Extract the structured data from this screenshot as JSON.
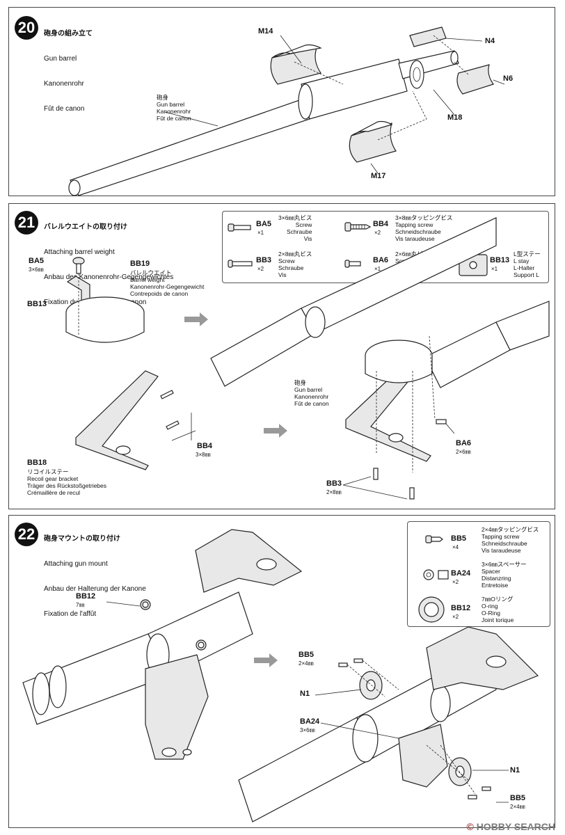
{
  "step20": {
    "number": "20",
    "title_jp": "砲身の組み立て",
    "title_en": "Gun barrel",
    "title_de": "Kanonenrohr",
    "title_fr": "Fût de canon",
    "barrel_label": "砲身\nGun barrel\nKanonenrohr\nFût de canon",
    "parts": {
      "m14": "M14",
      "n4": "N4",
      "n6": "N6",
      "m18": "M18",
      "m17": "M17"
    }
  },
  "step21": {
    "number": "21",
    "title_jp": "バレルウエイトの取り付け",
    "title_en": "Attaching barrel weight",
    "title_de": "Anbau des Kanonenrohr-Gegengewichtes",
    "title_fr": "Fixation du contrepoids de canon",
    "ba5": "BA5",
    "ba5_size": "3×6㎜",
    "bb13": "BB13",
    "bb19": "BB19",
    "bb19_desc": "バレルウエイト\nBarrel weight\nKanonenrohr-Gegengewicht\nContrepoids de canon",
    "bb18": "BB18",
    "bb18_desc": "リコイルステー\nRecoil gear bracket\nTräger des Rückstoßgetriebes\nCrémaillère de recul",
    "bb4": "BB4",
    "bb4_size": "3×8㎜",
    "barrel_label": "砲身\nGun barrel\nKanonenrohr\nFût de canon",
    "bb3": "BB3",
    "bb3_size": "2×8㎜",
    "ba6": "BA6",
    "ba6_size": "2×6㎜",
    "legend": [
      {
        "code": "BA5",
        "qty": "×1",
        "desc": "3×6㎜丸ビス\nScrew\nSchraube\nVis"
      },
      {
        "code": "BB4",
        "qty": "×2",
        "desc": "3×8㎜タッピングビス\nTapping screw\nSchneidschraube\nVis taraudeuse"
      },
      {
        "code": "BB3",
        "qty": "×2",
        "desc": "2×8㎜丸ビス\nScrew\nSchraube\nVis"
      },
      {
        "code": "BA6",
        "qty": "×1",
        "desc": "2×6㎜丸ビス\nScrew\nSchraube\nVis"
      },
      {
        "code": "BB13",
        "qty": "×1",
        "desc": "L型ステー\nL stay\nL-Halter\nSupport L"
      }
    ]
  },
  "step22": {
    "number": "22",
    "title_jp": "砲身マウントの取り付け",
    "title_en": "Attaching gun mount",
    "title_de": "Anbau der Halterung der Kanone",
    "title_fr": "Fixation de l'affût",
    "bb12": "BB12",
    "bb12_size": "7㎜",
    "bb5_top": "BB5",
    "bb5_top_size": "2×4㎜",
    "n1_top": "N1",
    "ba24": "BA24",
    "ba24_size": "3×6㎜",
    "n1_bottom": "N1",
    "bb5_bottom": "BB5",
    "bb5_bottom_size": "2×4㎜",
    "legend": [
      {
        "code": "BB5",
        "qty": "×4",
        "desc": "2×4㎜タッピングビス\nTapping screw\nSchneidschraube\nVis taraudeuse"
      },
      {
        "code": "BA24",
        "qty": "×2",
        "desc": "3×6㎜スペーサー\nSpacer\nDistanzring\nEntretoise"
      },
      {
        "code": "BB12",
        "qty": "×2",
        "desc": "7㎜Oリング\nO-ring\nO-Ring\nJoint torique"
      }
    ]
  },
  "watermark": {
    "brand": "HOBBY SEARCH"
  }
}
